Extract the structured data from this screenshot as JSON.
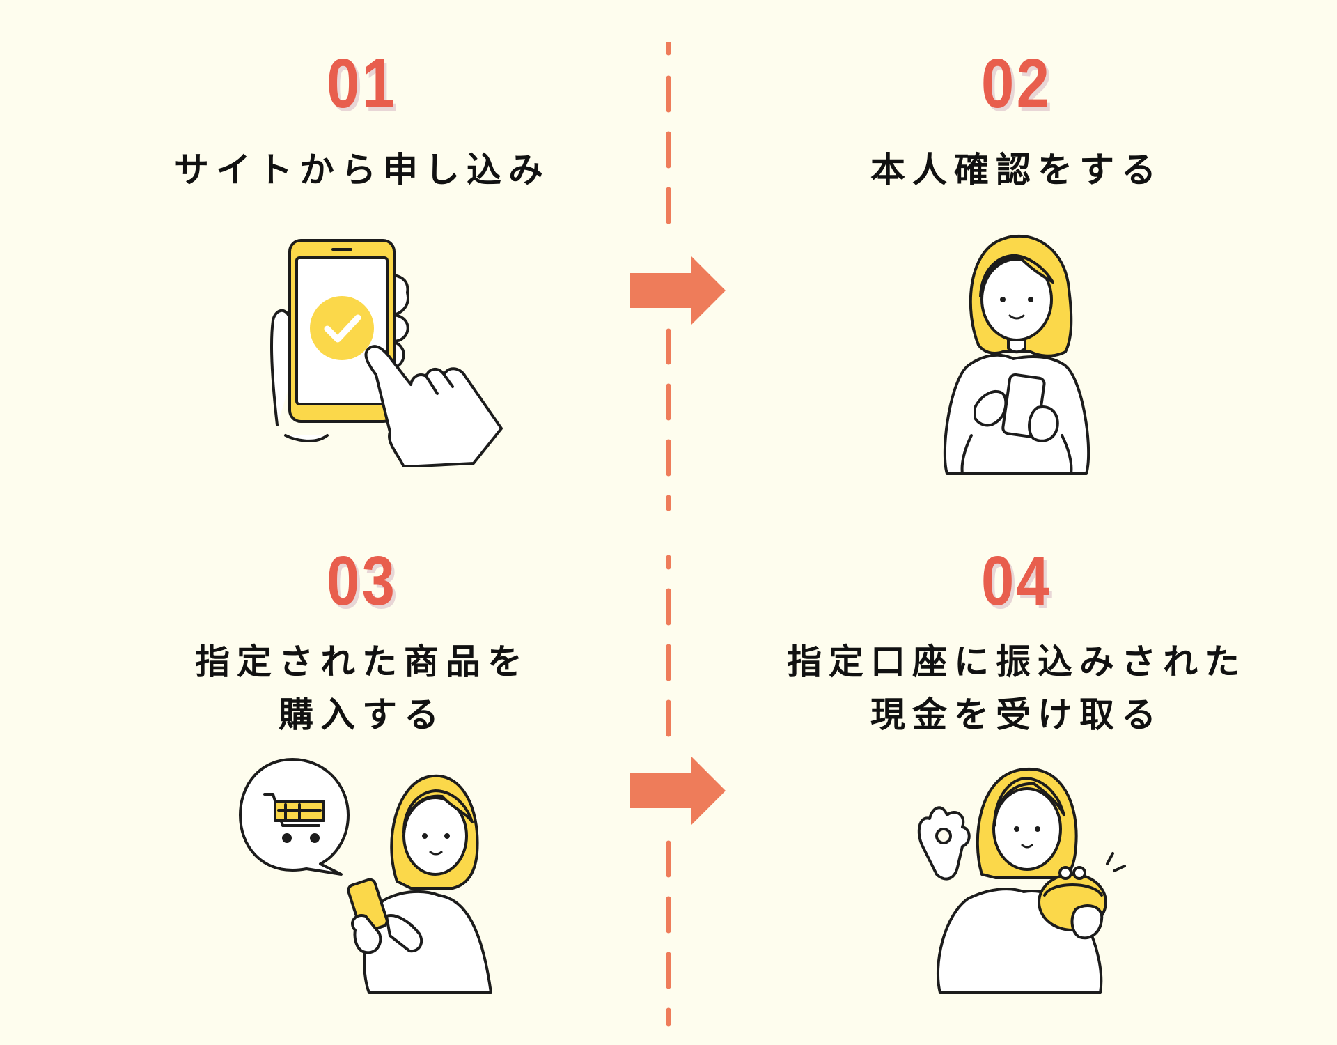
{
  "colors": {
    "background": "#fefdee",
    "accent": "#e85e4d",
    "arrow": "#ee7c5a",
    "yellow": "#fbd84a",
    "ink": "#1c1c1c"
  },
  "steps": [
    {
      "number": "01",
      "title": "サイトから申し込み",
      "illustration": "hand-holding-smartphone-check-icon"
    },
    {
      "number": "02",
      "title": "本人確認をする",
      "illustration": "woman-with-smartphone-icon"
    },
    {
      "number": "03",
      "title_line1": "指定された商品を",
      "title_line2": "購入する",
      "illustration": "woman-shopping-cart-icon"
    },
    {
      "number": "04",
      "title_line1": "指定口座に振込みされた",
      "title_line2": "現金を受け取る",
      "illustration": "woman-with-coin-purse-icon"
    }
  ]
}
